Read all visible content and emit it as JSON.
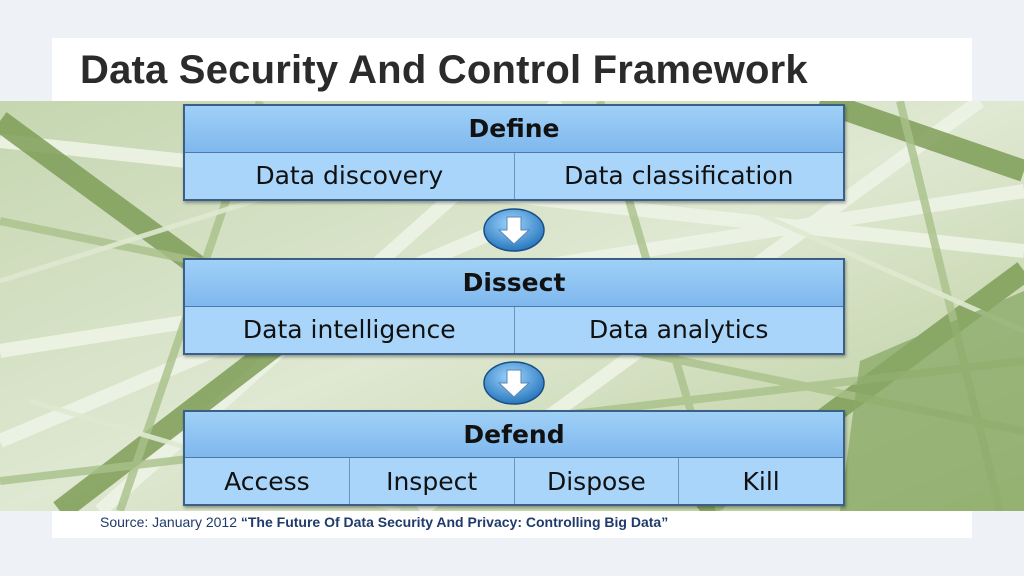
{
  "slide": {
    "title": "Data Security And Control Framework",
    "source_prefix": "Source: January 2012",
    "source_title": "“The Future Of Data Security And Privacy: Controlling Big Data”"
  },
  "stages": [
    {
      "header": "Define",
      "items": [
        "Data discovery",
        "Data classification"
      ]
    },
    {
      "header": "Dissect",
      "items": [
        "Data intelligence",
        "Data analytics"
      ]
    },
    {
      "header": "Defend",
      "items": [
        "Access",
        "Inspect",
        "Dispose",
        "Kill"
      ]
    }
  ],
  "colors": {
    "box_fill": "#a9d5fa",
    "box_border": "#3b5f86",
    "background_green": "#8aa866",
    "title": "#2b2b2b"
  },
  "icons": {
    "flow_arrow": "down-arrow-icon"
  }
}
